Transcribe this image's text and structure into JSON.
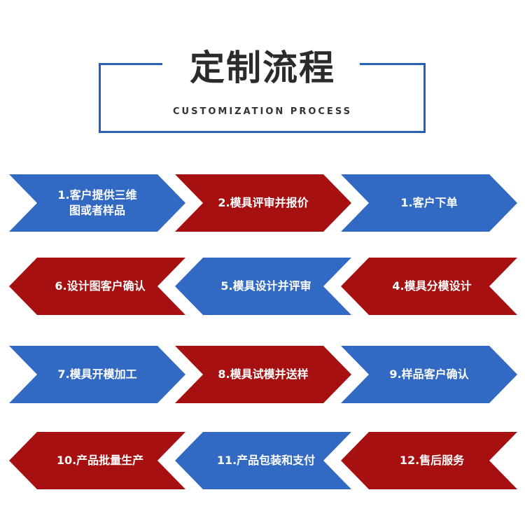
{
  "header": {
    "title": "定制流程",
    "subtitle": "CUSTOMIZATION PROCESS"
  },
  "colors": {
    "blue": "#3269c2",
    "red": "#a61010",
    "frame": "#2a5fb4"
  },
  "steps": [
    {
      "label": "1.客户提供三维\n图或者样品",
      "color": "blue",
      "direction": "right"
    },
    {
      "label": "2.模具评审并报价",
      "color": "red",
      "direction": "right"
    },
    {
      "label": "1.客户下单",
      "color": "blue",
      "direction": "right"
    },
    {
      "label": "6.设计图客户确认",
      "color": "red",
      "direction": "left"
    },
    {
      "label": "5.模具设计并评审",
      "color": "blue",
      "direction": "left"
    },
    {
      "label": "4.模具分模设计",
      "color": "red",
      "direction": "left"
    },
    {
      "label": "7.模具开模加工",
      "color": "blue",
      "direction": "right"
    },
    {
      "label": "8.模具试模并送样",
      "color": "red",
      "direction": "right"
    },
    {
      "label": "9.样品客户确认",
      "color": "blue",
      "direction": "right"
    },
    {
      "label": "10.产品批量生产",
      "color": "red",
      "direction": "left"
    },
    {
      "label": "11.产品包装和支付",
      "color": "blue",
      "direction": "left"
    },
    {
      "label": "12.售后服务",
      "color": "red",
      "direction": "left"
    }
  ]
}
